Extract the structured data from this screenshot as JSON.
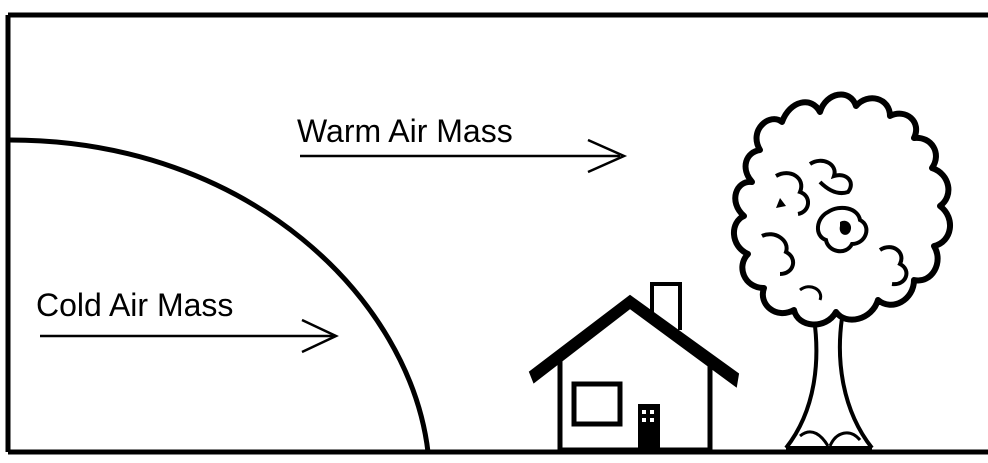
{
  "diagram": {
    "labels": {
      "warm_air_mass": "Warm Air Mass",
      "cold_air_mass": "Cold Air Mass"
    },
    "elements": {
      "front_boundary": "cold-front-curve",
      "house": "house-icon",
      "tree": "tree-icon",
      "arrows": [
        "warm-air-arrow",
        "cold-air-arrow"
      ]
    },
    "colors": {
      "ink": "#000000",
      "background": "#ffffff"
    }
  }
}
